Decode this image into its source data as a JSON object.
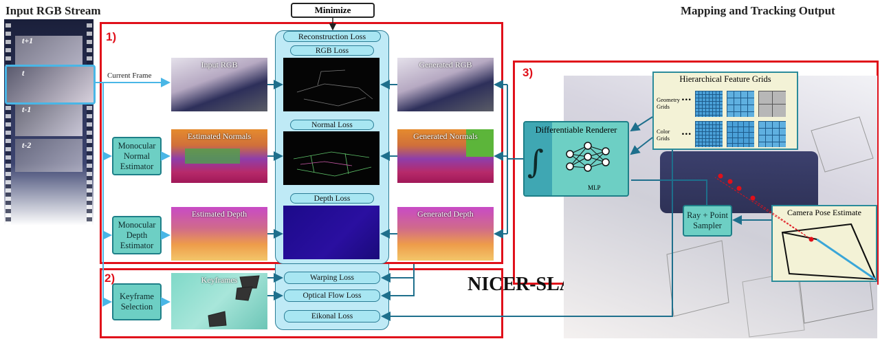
{
  "headers": {
    "input_stream": "Input RGB Stream",
    "output": "Mapping and Tracking Output",
    "minimize": "Minimize"
  },
  "regions": {
    "r1": "1)",
    "r2": "2)",
    "r3": "3)"
  },
  "film_frames": [
    "t+1",
    "t",
    "t-1",
    "t-2"
  ],
  "current_frame_label": "Current Frame",
  "estimators": {
    "normal": "Monocular Normal Estimator",
    "depth": "Monocular Depth Estimator",
    "keyframe": "Keyframe Selection"
  },
  "images": {
    "input_rgb": "Input RGB",
    "estimated_normals": "Estimated Normals",
    "estimated_depth": "Estimated Depth",
    "generated_rgb": "Generated RGB",
    "generated_normals": "Generated Normals",
    "generated_depth": "Generated Depth",
    "keyframes": "Keyframes"
  },
  "losses": {
    "reconstruction": "Reconstruction Loss",
    "rgb": "RGB Loss",
    "normal": "Normal Loss",
    "depth": "Depth Loss",
    "warping": "Warping Loss",
    "optical_flow": "Optical Flow Loss",
    "eikonal": "Eikonal Loss"
  },
  "renderer": {
    "title": "Differentiable Renderer",
    "integral": "∫",
    "mlp": "MLP"
  },
  "grids": {
    "title": "Hierarchical Feature Grids",
    "geometry": "Geometry Grids",
    "color": "Color Grids",
    "dots": "..."
  },
  "sampler": "Ray + Point Sampler",
  "pose": "Camera Pose Estimate",
  "system_name": "NICER-SLAM",
  "colors": {
    "red": "#e0101a",
    "teal": "#6dcfc4",
    "blue_panel": "#bfeaf6",
    "arrow": "#1e6f8c",
    "grid_blue": "#4aa0d8"
  }
}
